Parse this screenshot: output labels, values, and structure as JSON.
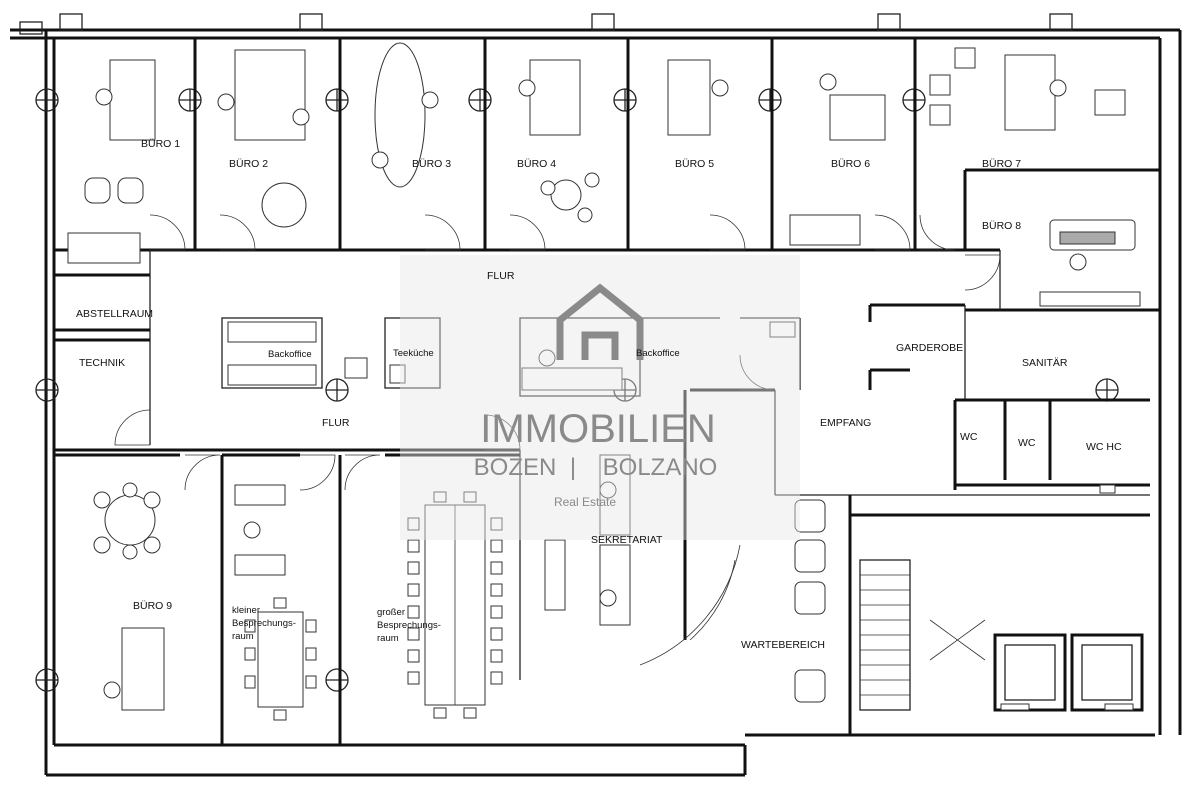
{
  "rooms": {
    "buero1": "BÜRO 1",
    "buero2": "BÜRO 2",
    "buero3": "BÜRO 3",
    "buero4": "BÜRO 4",
    "buero5": "BÜRO 5",
    "buero6": "BÜRO 6",
    "buero7": "BÜRO 7",
    "buero8": "BÜRO 8",
    "buero9": "BÜRO 9",
    "flur_top": "FLUR",
    "flur_bottom": "FLUR",
    "abstellraum": "ABSTELLRAUM",
    "technik": "TECHNIK",
    "backoffice_left": "Backoffice",
    "teekueche": "Teeküche",
    "backoffice_right": "Backoffice",
    "garderobe": "GARDEROBE",
    "sanitaer": "SANITÄR",
    "empfang": "EMPFANG",
    "wc1": "WC",
    "wc2": "WC",
    "wc_hc": "WC HC",
    "sekretariat": "SEKRETARIAT",
    "wartebereich": "WARTEBEREICH",
    "kleiner_line1": "kleiner",
    "kleiner_line2": "Besprechungs-",
    "kleiner_line3": "raum",
    "grosser_line1": "großer",
    "grosser_line2": "Besprechungs-",
    "grosser_line3": "raum"
  },
  "watermark": {
    "line1": "IMMOBILIEN",
    "line2_left": "BOZEN",
    "line2_sep": "|",
    "line2_right": "BOLZANO",
    "line3": "Real Estate"
  }
}
